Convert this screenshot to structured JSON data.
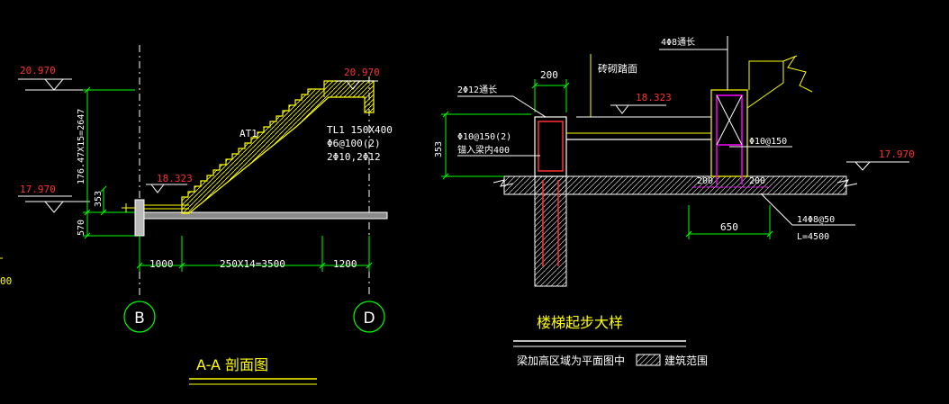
{
  "colors": {
    "background": "#000000",
    "white": "#ffffff",
    "yellow": "#ffff00",
    "red": "#ff3030",
    "green": "#00ff00",
    "cyan": "#00ffff",
    "magenta": "#ff00ff",
    "grey": "#c8c8c8"
  },
  "section_aa": {
    "elev_top_left": "20.970",
    "elev_top_right": "20.970",
    "elev_landing": "18.323",
    "elev_bottom": "17.970",
    "elev_partial": "00",
    "dim_vertical_flight": "176.47X15=2647",
    "dim_353": "353",
    "dim_570": "570",
    "stair_label": "AT1",
    "beam_label_line1": "TL1 150X400",
    "beam_label_line2": "Φ6@100(2)",
    "beam_label_line3": "2Φ10,2Φ12",
    "dim_1000": "1000",
    "dim_treads": "250X14=3500",
    "dim_1200": "1200",
    "axis_b": "B",
    "axis_d": "D",
    "title": "A-A  剖面图"
  },
  "detail": {
    "label_2phi12": "2Φ12通长",
    "label_200_top": "200",
    "label_brick": "砖砌踏面",
    "label_4phi8": "4Φ8通长",
    "elev_18323": "18.323",
    "label_stirrup": "Φ10@150(2)",
    "label_anchor": "锚入梁内400",
    "dim_353": "353",
    "label_phi10": "Φ10@150",
    "elev_17970": "17.970",
    "label_200_a": "200",
    "label_200_b": "200",
    "dim_650": "650",
    "label_rebar": "14Φ8@50",
    "label_length": "L=4500",
    "title": "楼梯起步大样",
    "note": "梁加高区域为平面图中",
    "legend_text": "建筑范围"
  }
}
